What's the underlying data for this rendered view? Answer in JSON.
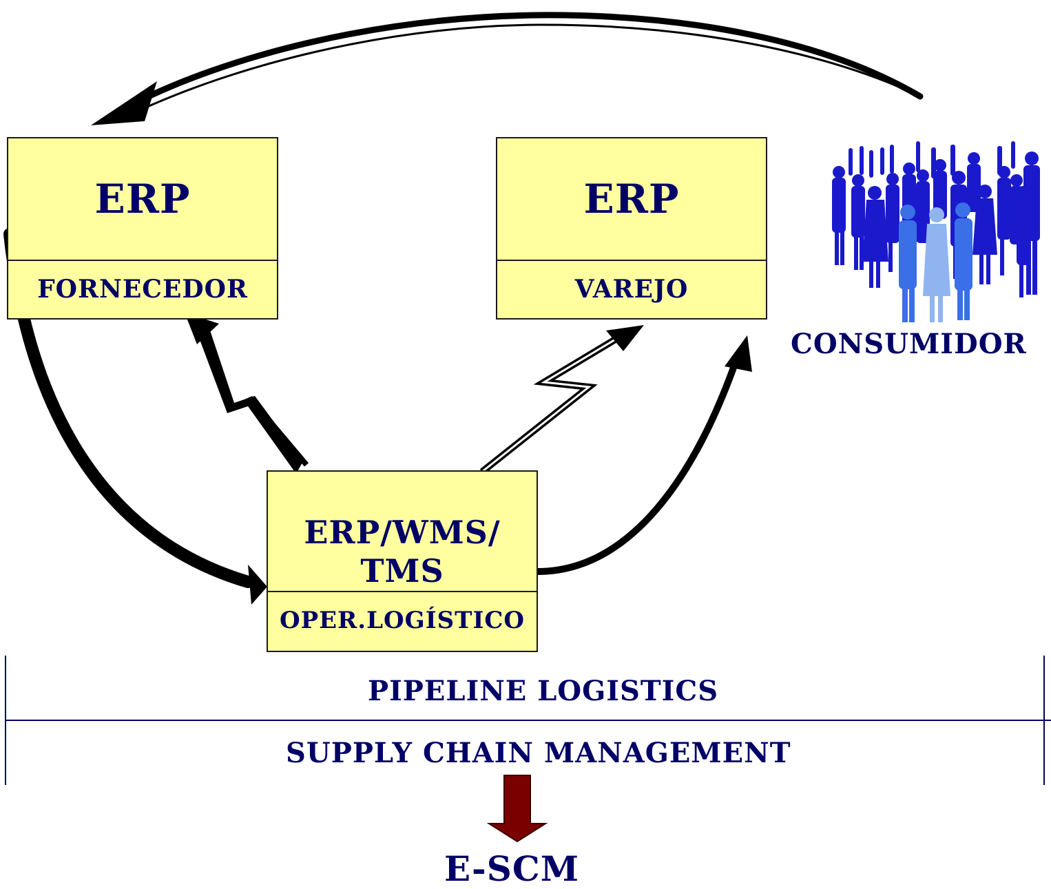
{
  "boxes": {
    "supplier": {
      "title": "ERP",
      "subtitle": "FORNECEDOR"
    },
    "retail": {
      "title": "ERP",
      "subtitle": "VAREJO"
    },
    "operator": {
      "title_line1": "ERP/WMS/",
      "title_line2": "TMS",
      "subtitle": "OPER.LOGÍSTICO"
    }
  },
  "consumer": {
    "label": "CONSUMIDOR",
    "icon": "people-crowd-icon"
  },
  "bands": {
    "pipeline": "PIPELINE LOGISTICS",
    "scm": "SUPPLY CHAIN MANAGEMENT"
  },
  "result": {
    "label": "E-SCM",
    "arrow_color": "#7a0000"
  },
  "colors": {
    "box_fill": "#ffffa0",
    "text": "#000066",
    "crowd_dark": "#1a1acc",
    "crowd_mid": "#3a6fe8",
    "crowd_light": "#8fb4f0"
  }
}
